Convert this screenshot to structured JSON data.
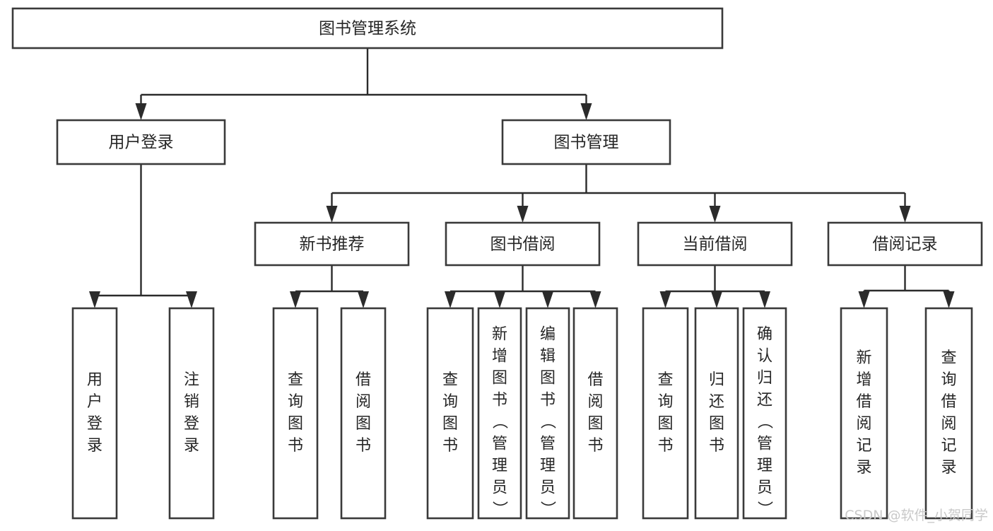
{
  "diagram": {
    "title_node": {
      "id": "root",
      "label": "图书管理系统",
      "orientation": "horizontal"
    },
    "level2": [
      {
        "id": "user-login",
        "label": "用户登录",
        "orientation": "horizontal"
      },
      {
        "id": "book-manage",
        "label": "图书管理",
        "orientation": "horizontal"
      }
    ],
    "level3": [
      {
        "id": "new-book-recommend",
        "label": "新书推荐",
        "orientation": "horizontal",
        "parent": "book-manage"
      },
      {
        "id": "book-borrow",
        "label": "图书借阅",
        "orientation": "horizontal",
        "parent": "book-manage"
      },
      {
        "id": "current-borrow",
        "label": "当前借阅",
        "orientation": "horizontal",
        "parent": "book-manage"
      },
      {
        "id": "borrow-record",
        "label": "借阅记录",
        "orientation": "horizontal",
        "parent": "book-manage"
      }
    ],
    "leaves": {
      "user-login": [
        {
          "id": "leaf-user-login",
          "label": "用户登录",
          "orientation": "vertical"
        },
        {
          "id": "leaf-logout",
          "label": "注销登录",
          "orientation": "vertical"
        }
      ],
      "new-book-recommend": [
        {
          "id": "leaf-query-book-1",
          "label": "查询图书",
          "orientation": "vertical"
        },
        {
          "id": "leaf-borrow-book-1",
          "label": "借阅图书",
          "orientation": "vertical"
        }
      ],
      "book-borrow": [
        {
          "id": "leaf-query-book-2",
          "label": "查询图书",
          "orientation": "vertical"
        },
        {
          "id": "leaf-add-book",
          "label": "新增图书（管理员）",
          "orientation": "vertical"
        },
        {
          "id": "leaf-edit-book",
          "label": "编辑图书（管理员）",
          "orientation": "vertical"
        },
        {
          "id": "leaf-borrow-book-2",
          "label": "借阅图书",
          "orientation": "vertical"
        }
      ],
      "current-borrow": [
        {
          "id": "leaf-query-book-3",
          "label": "查询图书",
          "orientation": "vertical"
        },
        {
          "id": "leaf-return-book",
          "label": "归还图书",
          "orientation": "vertical"
        },
        {
          "id": "leaf-confirm-return",
          "label": "确认归还（管理员）",
          "orientation": "vertical"
        }
      ],
      "borrow-record": [
        {
          "id": "leaf-add-record",
          "label": "新增借阅记录",
          "orientation": "vertical"
        },
        {
          "id": "leaf-query-record",
          "label": "查询借阅记录",
          "orientation": "vertical"
        }
      ]
    }
  },
  "watermark": {
    "text": "CSDN @软件_小贺同学"
  },
  "colors": {
    "box_stroke": "#3a3a3a",
    "connector": "#2b2b2b",
    "text": "#262626",
    "background": "#ffffff",
    "watermark": "#c9c9c9"
  }
}
